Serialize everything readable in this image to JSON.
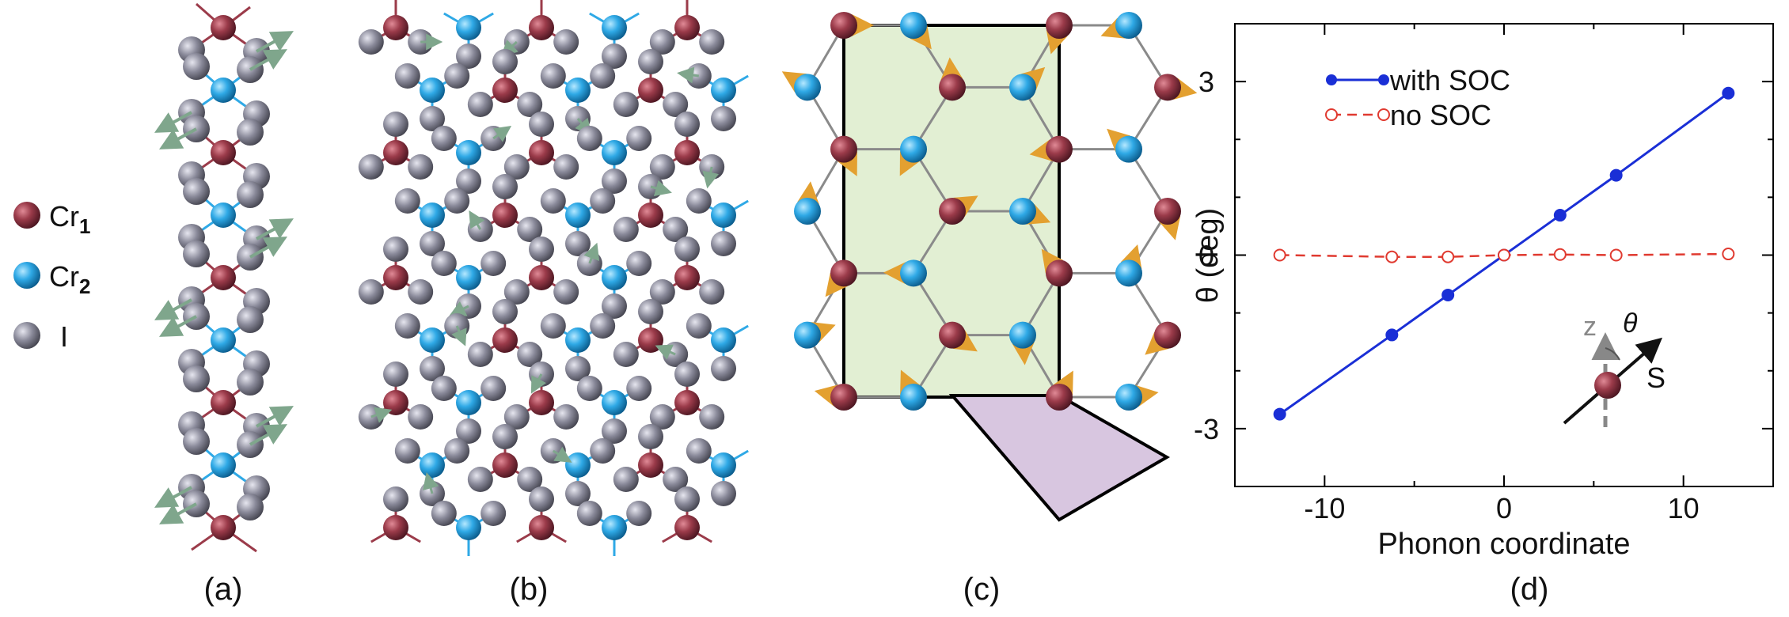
{
  "legend": {
    "cr1": {
      "base": "Cr",
      "sub": "1",
      "color": "#9b3b4a"
    },
    "cr2": {
      "base": "Cr",
      "sub": "2",
      "color": "#2fa9e6"
    },
    "iodine": {
      "label": "I",
      "color": "#8a8a9a"
    }
  },
  "panel_labels": {
    "a": "(a)",
    "b": "(b)",
    "c": "(c)",
    "d": "(d)"
  },
  "colors": {
    "cr1": "#9b3b4a",
    "cr2": "#2fa9e6",
    "iodine": "#8a8a9a",
    "phonon_arrow": "#7fa68c",
    "spin_arrow": "#e3a030",
    "rect_cell_fill": "#e2efd3",
    "rhombus_cell_fill": "#d8c6e0",
    "with_soc": "#1a2fd6",
    "no_soc": "#e03a30"
  },
  "chart_data": {
    "type": "line",
    "xlabel": "Phonon coordinate",
    "ylabel": "θ (deg)",
    "xlim": [
      -15,
      15
    ],
    "ylim": [
      -4,
      4
    ],
    "xticks": [
      -10,
      0,
      10
    ],
    "yticks": [
      -3,
      0,
      3
    ],
    "xtick_labels": [
      "-10",
      "0",
      "10"
    ],
    "ytick_labels": [
      "-3",
      "0",
      "3"
    ],
    "legend_position": "top-left",
    "series": [
      {
        "name": "with SOC",
        "style": "solid",
        "marker": "filled",
        "x": [
          -12.5,
          -6.25,
          -3.125,
          0,
          3.125,
          6.25,
          12.5
        ],
        "y": [
          -2.75,
          -1.38,
          -0.69,
          0,
          0.69,
          1.38,
          2.8
        ]
      },
      {
        "name": "no SOC",
        "style": "dashed",
        "marker": "open",
        "x": [
          -12.5,
          -6.25,
          -3.125,
          0,
          3.125,
          6.25,
          12.5
        ],
        "y": [
          0.0,
          -0.03,
          -0.03,
          0.0,
          0.01,
          0.0,
          0.02
        ]
      }
    ]
  },
  "inset": {
    "z_label": "z",
    "theta_label": "θ",
    "spin_label": "S"
  }
}
